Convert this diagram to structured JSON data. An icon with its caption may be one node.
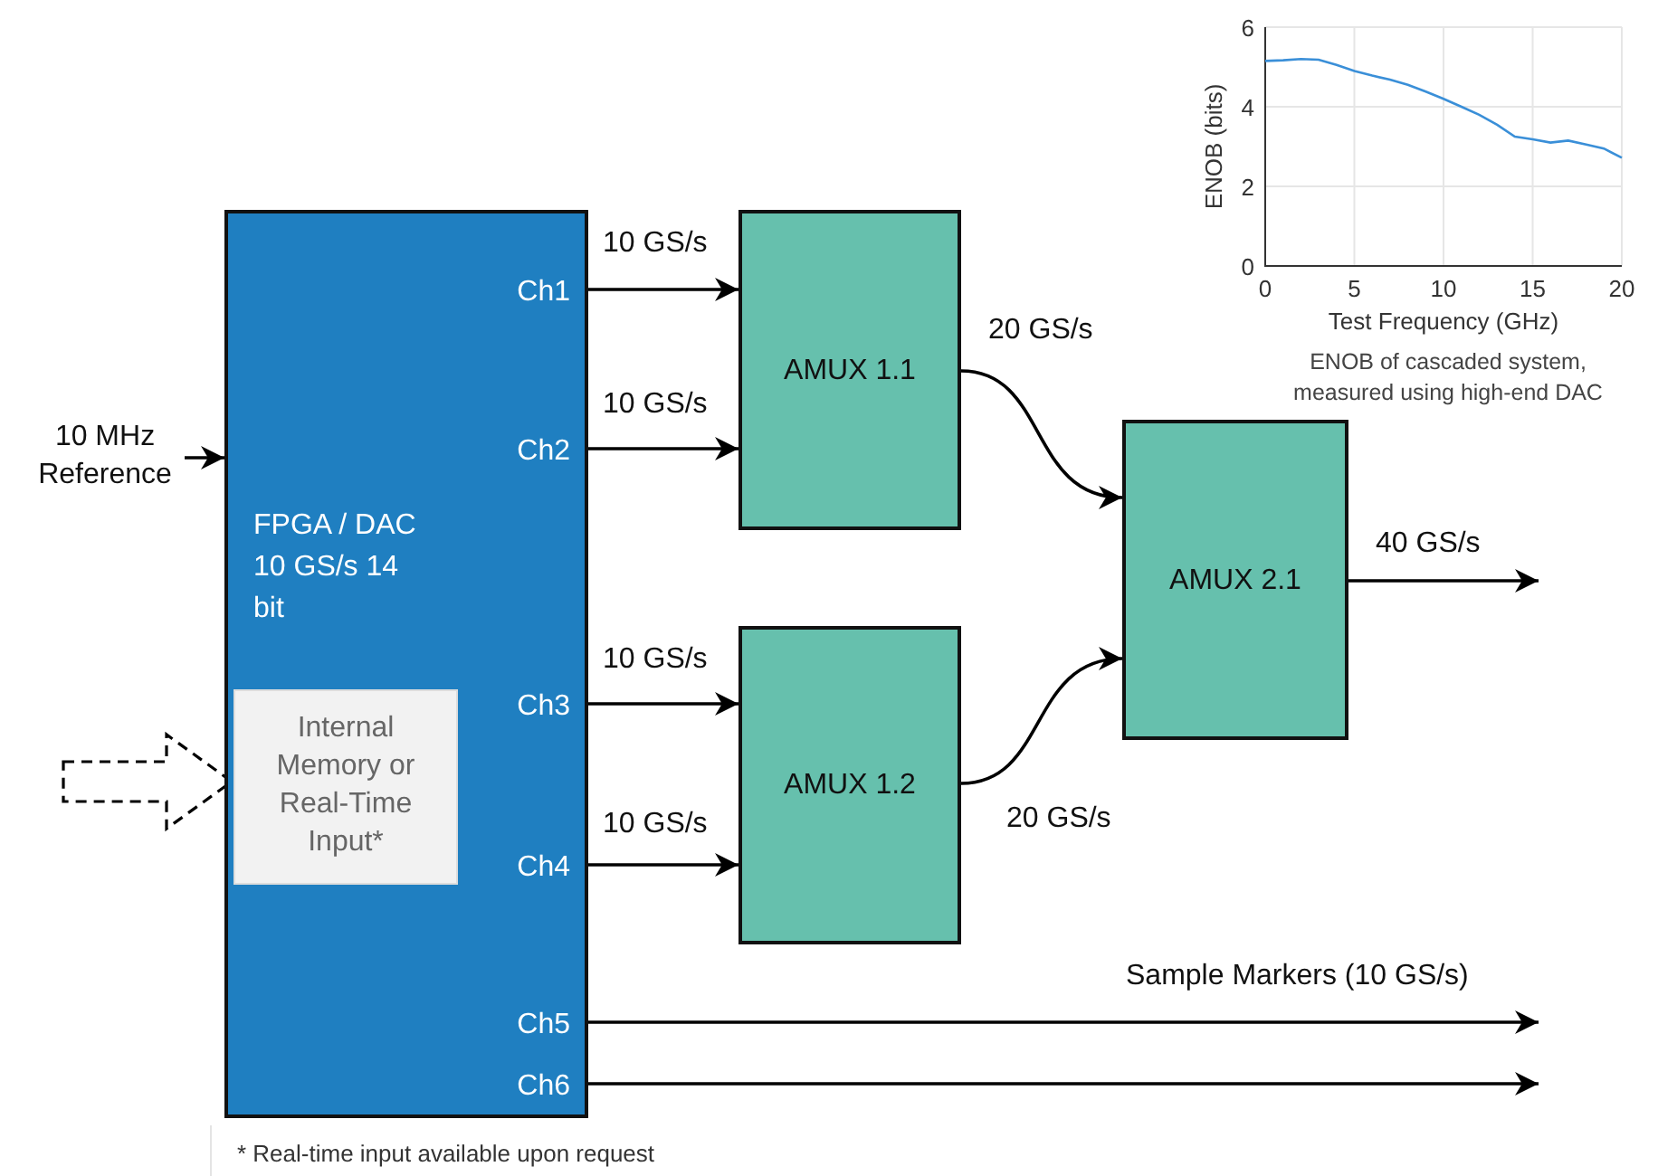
{
  "diagram": {
    "nodes": [
      {
        "text": [
          "FPGA / DAC 10 GS/s 14 bit",
          "Ch1",
          "Ch2",
          "Ch3",
          "Ch4",
          "Ch5",
          "Ch6"
        ]
      },
      {
        "text": [
          "Internal Memory or Real-Time Input*"
        ],
        "in": 0
      },
      {
        "text": [
          "AMUX 1.1"
        ]
      },
      {
        "text": [
          "AMUX 1.2"
        ]
      },
      {
        "text": [
          "AMUX 2.1"
        ]
      },
      {
        "text": [
          "10 MHz Reference"
        ]
      }
    ],
    "edges": [
      {
        "from": 0,
        "to": 2,
        "arrow": "to",
        "label": "10 GS/s"
      },
      {
        "from": 0,
        "to": 2,
        "arrow": "to",
        "label": "10 GS/s"
      },
      {
        "from": 0,
        "to": 3,
        "arrow": "to",
        "label": "10 GS/s"
      },
      {
        "from": 0,
        "to": 3,
        "arrow": "to",
        "label": "10 GS/s"
      },
      {
        "from": 2,
        "to": 4,
        "arrow": "to",
        "label": "20 GS/s"
      },
      {
        "from": 3,
        "to": 4,
        "arrow": "to",
        "label": "20 GS/s"
      },
      {
        "from": 4,
        "to": null,
        "arrow": "to",
        "label": "40 GS/s"
      },
      {
        "from": 0,
        "to": null,
        "arrow": "to",
        "label": "Sample Markers (10 GS/s)"
      },
      {
        "from": 0,
        "to": null,
        "arrow": "to"
      },
      {
        "from": 5,
        "to": 0,
        "arrow": "to"
      },
      {
        "from": null,
        "to": 1,
        "arrow": "to",
        "style": "dashed"
      }
    ],
    "labels": [
      "* Real-time input available upon request"
    ],
    "chart_data": {
      "type": "line",
      "title": "ENOB of cascaded system, measured using high-end DAC",
      "xlabel": "Test Frequency (GHz)",
      "ylabel": "ENOB (bits)",
      "x": [
        0,
        1,
        2,
        3,
        4,
        5,
        6,
        7,
        8,
        9,
        10,
        11,
        12,
        13,
        14,
        15,
        16,
        17,
        18,
        19,
        20
      ],
      "series": [
        {
          "color": "#3a8fd8",
          "values": [
            5.15,
            5.17,
            5.2,
            5.18,
            5.05,
            4.9,
            4.78,
            4.68,
            4.55,
            4.38,
            4.2,
            4.0,
            3.8,
            3.55,
            3.25,
            3.18,
            3.1,
            3.15,
            3.05,
            2.95,
            2.72
          ]
        }
      ],
      "grid": true,
      "xlim": [
        0,
        20
      ],
      "ylim": [
        0,
        6
      ],
      "xticks": [
        0,
        5,
        10,
        15,
        20
      ],
      "yticks": [
        0,
        2,
        4,
        6
      ]
    }
  }
}
